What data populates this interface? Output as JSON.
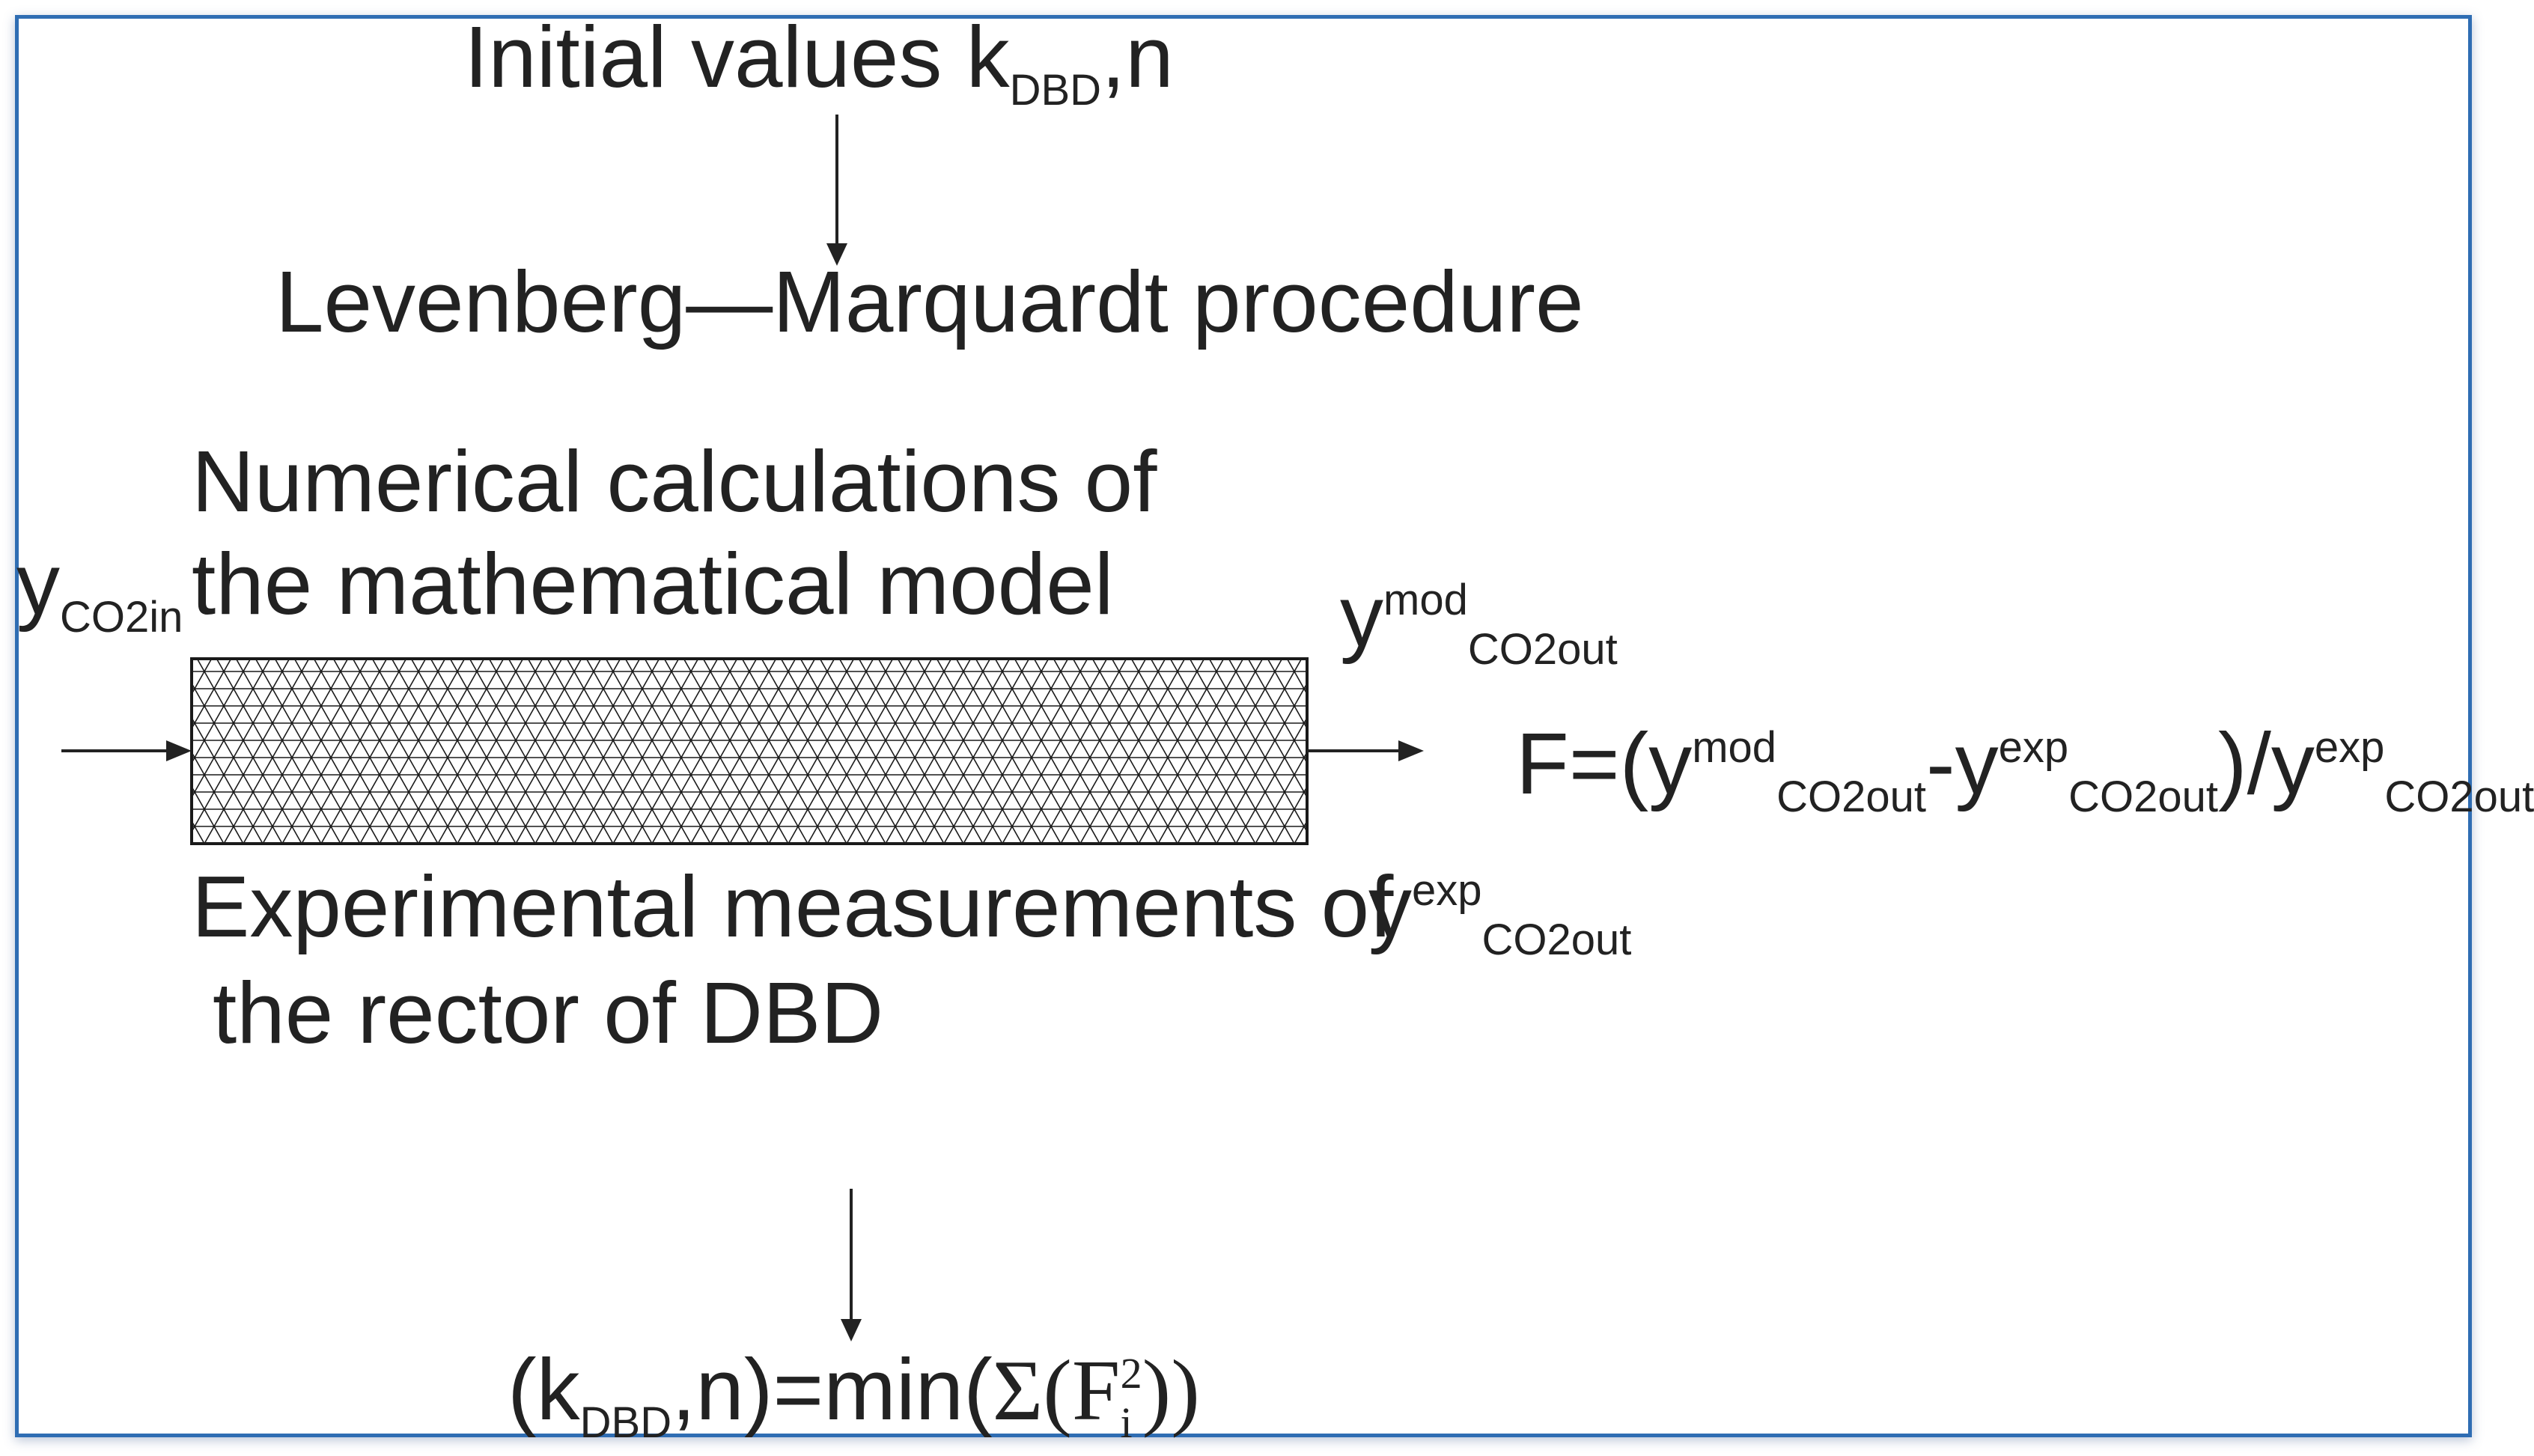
{
  "initial": {
    "text": "Initial values k",
    "sub": "DBD",
    "tail": ",n"
  },
  "procedure": "Levenberg—Marquardt procedure",
  "numerical": {
    "line1": "Numerical calculations of",
    "line2": "the mathematical model"
  },
  "inlet": {
    "symbol": "y",
    "sub": "CO2in"
  },
  "model_out": {
    "symbol": "y",
    "sup": "mod",
    "sub": "CO2out"
  },
  "exp_out": {
    "symbol": "y",
    "sup": "exp",
    "sub": "CO2out"
  },
  "objective": {
    "prefix": "F=(y",
    "sup1": "mod",
    "sub1": "CO2out",
    "mid1": "-y",
    "sup2": "exp",
    "sub2": "CO2out",
    "mid2": ")/y",
    "sup3": "exp",
    "sub3": "CO2out"
  },
  "experimental": {
    "line1": "Experimental measurements of",
    "line2": "the rector of DBD"
  },
  "result": {
    "open": "(k",
    "sub": "DBD",
    "mid": ",n)=min(",
    "sigma": "Σ(F",
    "fsub": "i",
    "fsup": "2",
    "close": "))"
  },
  "colors": {
    "frame": "#2f6db3",
    "text": "#222222",
    "mesh": "#1a1a1a"
  }
}
